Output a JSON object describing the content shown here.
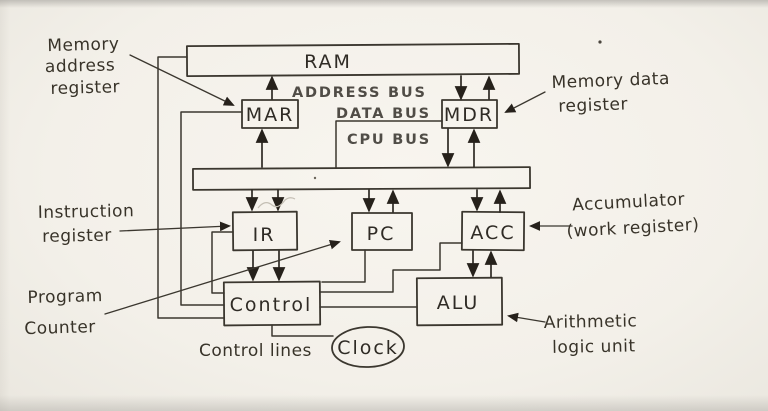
{
  "diagram": {
    "type": "hand-drawn CPU architecture block diagram",
    "ink_color": "#3b372f",
    "paper_color": "#f3f0e9",
    "nodes": {
      "ram": "RAM",
      "mar": "MAR",
      "mdr": "MDR",
      "ir": "IR",
      "pc": "PC",
      "acc": "ACC",
      "control": "Control",
      "alu": "ALU",
      "clock": "Clock"
    },
    "buses": {
      "address": "ADDRESS BUS",
      "data": "DATA BUS",
      "cpu": "CPU BUS"
    },
    "notes": {
      "mar": [
        "Memory",
        "address",
        "register"
      ],
      "mdr": [
        "Memory data",
        "register"
      ],
      "ir": [
        "Instruction",
        "register"
      ],
      "pc": [
        "Program",
        "Counter"
      ],
      "acc": [
        "Accumulator",
        "(work register)"
      ],
      "alu": [
        "Arithmetic",
        "logic unit"
      ],
      "control_lines": "Control lines"
    }
  }
}
